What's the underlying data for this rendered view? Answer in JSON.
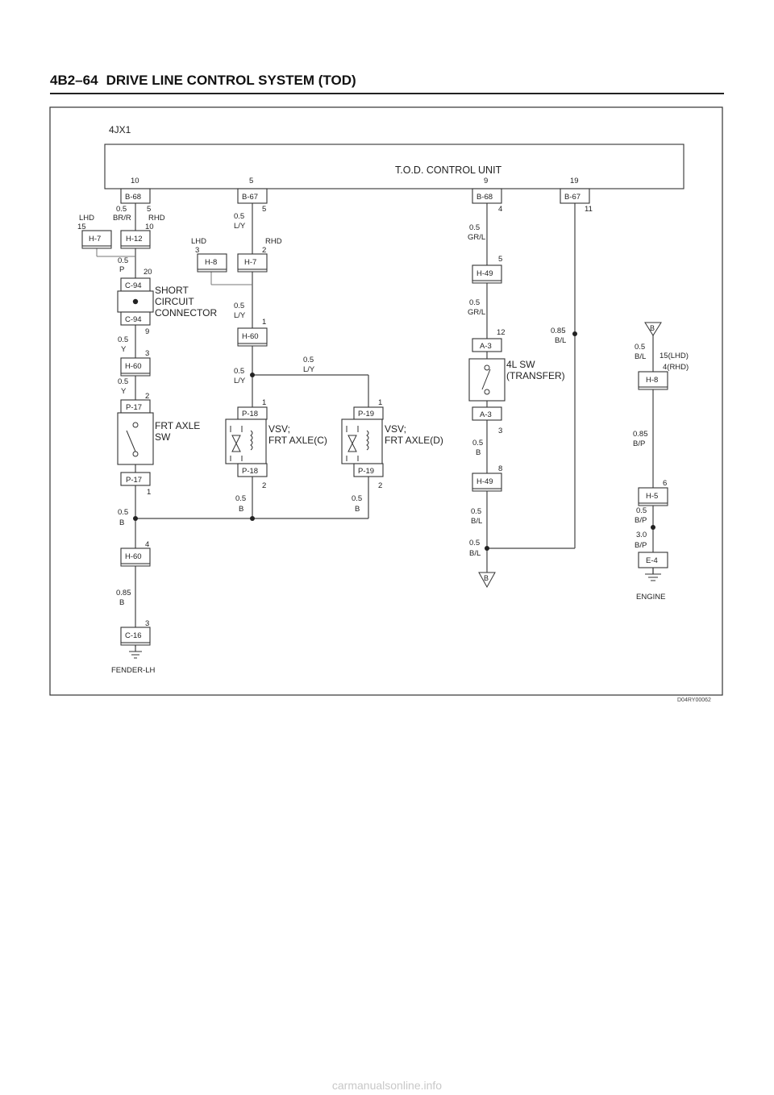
{
  "header": {
    "page_no": "4B2–64",
    "title": "DRIVE LINE CONTROL SYSTEM (TOD)"
  },
  "diagram": {
    "engine_model": "4JX1",
    "control_unit": "T.O.D. CONTROL UNIT",
    "unit_pins": [
      "10",
      "5",
      "9",
      "19"
    ],
    "connectors": {
      "b68_left": "B-68",
      "b67_mid": "B-67",
      "b68_right": "B-68",
      "b67_right": "B-67",
      "h7_lhd": "H-7",
      "h12": "H-12",
      "h8_lhd": "H-8",
      "h7_rhd": "H-7",
      "c94_top": "C-94",
      "c94_bot": "C-94",
      "h60_left1": "H-60",
      "h60_mid": "H-60",
      "p17_top": "P-17",
      "p17_bot": "P-17",
      "p18_top": "P-18",
      "p18_bot": "P-18",
      "p19_top": "P-19",
      "p19_bot": "P-19",
      "h60_left2": "H-60",
      "c16": "C-16",
      "h49_top": "H-49",
      "a3_top": "A-3",
      "a3_bot": "A-3",
      "h49_bot": "H-49",
      "h8_right": "H-8",
      "h5": "H-5",
      "e4": "E-4"
    },
    "wires": {
      "w1": "0.5",
      "w1c": "BR/R",
      "w2": "0.5",
      "w2c": "L/Y",
      "w3": "0.5",
      "w3c": "P",
      "w4": "0.5",
      "w4c": "Y",
      "w5": "0.5",
      "w5c": "Y",
      "w6": "0.5",
      "w6c": "L/Y",
      "w7": "0.5",
      "w7c": "L/Y",
      "w8": "0.5",
      "w8c": "L/Y",
      "w9": "0.5",
      "w9c": "B",
      "w10": "0.5",
      "w10c": "B",
      "w11": "0.5",
      "w11c": "B",
      "w12": "0.85",
      "w12c": "B",
      "w13": "0.5",
      "w13c": "GR/L",
      "w14": "0.5",
      "w14c": "GR/L",
      "w15": "0.85",
      "w15c": "B/L",
      "w16": "0.5",
      "w16c": "B",
      "w17": "0.5",
      "w17c": "B/L",
      "w18": "0.5",
      "w18c": "B/L",
      "w19": "0.5",
      "w19c": "B/L",
      "w20": "0.85",
      "w20c": "B/P",
      "w21": "0.5",
      "w21c": "B/P",
      "w22": "3.0",
      "w22c": "B/P"
    },
    "pins": {
      "p5a": "5",
      "p10a": "10",
      "p15": "15",
      "p5b": "5",
      "p3": "3",
      "p2a": "2",
      "p20": "20",
      "p9": "9",
      "p3b": "3",
      "p2b": "2",
      "p1a": "1",
      "p4a": "4",
      "p3c": "3",
      "p1b": "1",
      "p2c": "2",
      "p1c": "1",
      "p2d": "2",
      "p4b": "4",
      "p11": "11",
      "p5c": "5",
      "p12": "12",
      "p3d": "3",
      "p8": "8",
      "p6": "6"
    },
    "labels": {
      "lhd1": "LHD",
      "rhd1": "RHD",
      "lhd2": "LHD",
      "rhd2": "RHD",
      "short_circuit": [
        "SHORT",
        "CIRCUIT",
        "CONNECTOR"
      ],
      "frt_axle_sw": [
        "FRT AXLE",
        "SW"
      ],
      "vsv_c": [
        "VSV;",
        "FRT AXLE(C)"
      ],
      "vsv_d": [
        "VSV;",
        "FRT AXLE(D)"
      ],
      "sw_4l": [
        "4L SW",
        "(TRANSFER)"
      ],
      "h8_pins": [
        "15(LHD)",
        "4(RHD)"
      ],
      "fender": "FENDER-LH",
      "engine": "ENGINE",
      "ground_b": "B"
    },
    "figure_id": "D04RY00062"
  },
  "footer": {
    "watermark": "carmanualsonline.info"
  }
}
